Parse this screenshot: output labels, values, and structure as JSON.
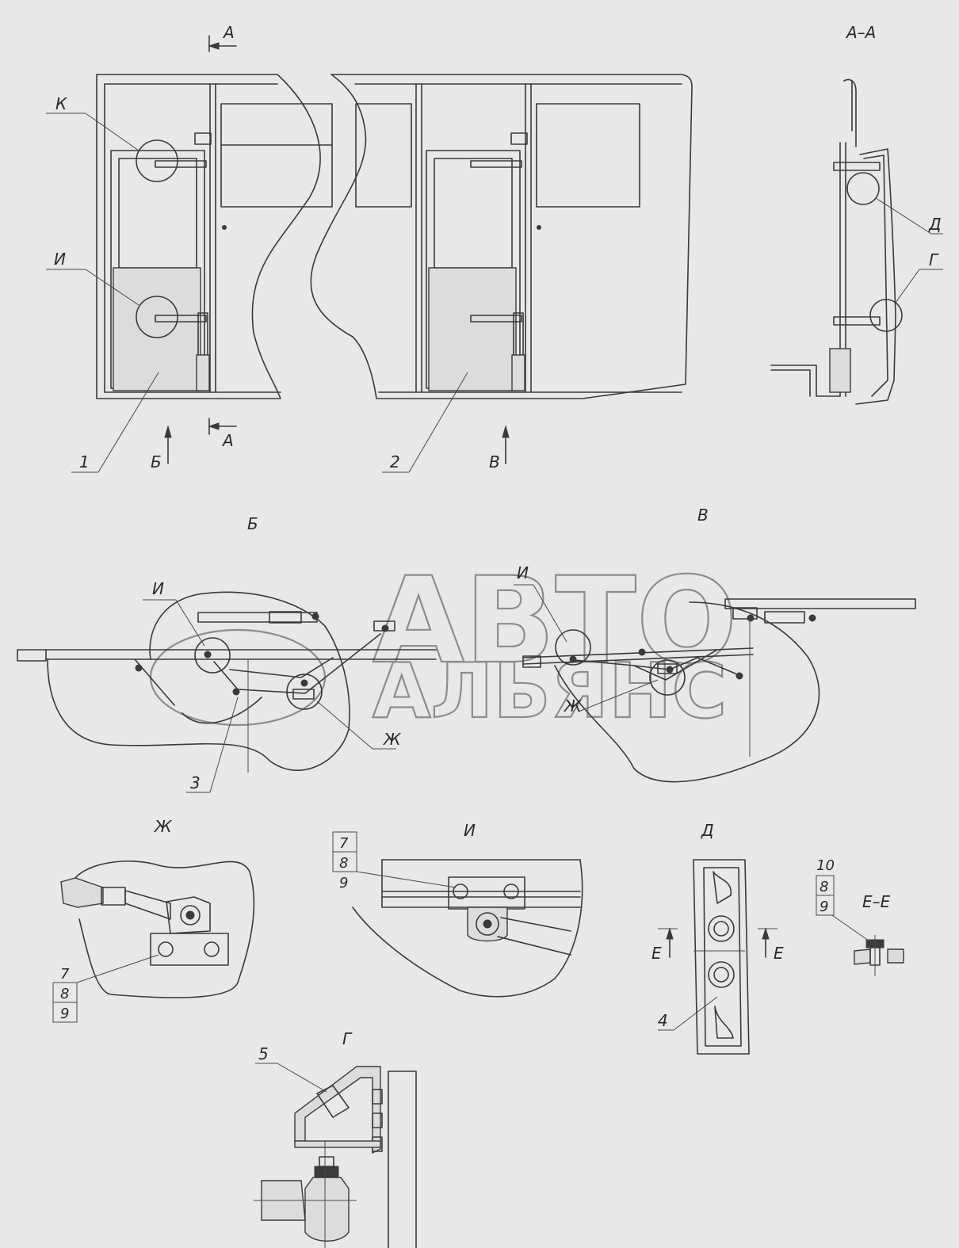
{
  "watermark": {
    "line1": "АВТО",
    "line2": "АЛЬЯНС"
  },
  "views": {
    "bv": "Б",
    "vv": "В",
    "zh": "Ж",
    "i": "И",
    "d": "Д",
    "ee": "Е–Е",
    "g": "Г",
    "aa": "А–А"
  },
  "section_marks": {
    "a_top": "А",
    "a_bottom": "А",
    "b_arrow": "Б",
    "v_arrow": "В",
    "e_left": "Е",
    "e_right": "Е"
  },
  "callouts": {
    "k": "К",
    "i1": "И",
    "one": "1",
    "two": "2",
    "d": "Д",
    "g": "Г",
    "bi": "И",
    "three": "3",
    "zh1": "Ж",
    "vi": "И",
    "zh2": "Ж",
    "four": "4",
    "five": "5"
  },
  "item_stacks": {
    "zh": [
      "7",
      "8",
      "9"
    ],
    "i": [
      "7",
      "8",
      "9"
    ],
    "ee": [
      "10",
      "8",
      "9"
    ]
  }
}
